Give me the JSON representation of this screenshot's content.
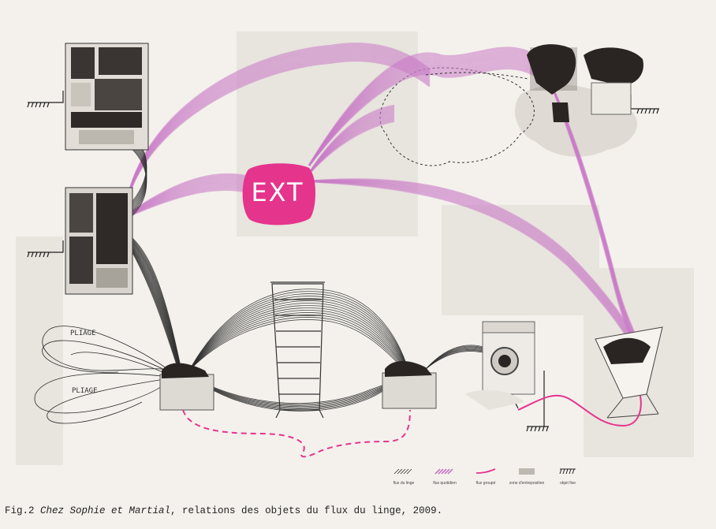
{
  "diagram": {
    "center_label": "EXT",
    "annotations": [
      "PLIAGE",
      "PLIAGE"
    ],
    "legend": [
      {
        "icon": "hatched-flow-swatch",
        "label": "flux du linge"
      },
      {
        "icon": "pink-flow-swatch",
        "label": "flux quotidien"
      },
      {
        "icon": "pink-dash-swatch",
        "label": "flux groupé"
      },
      {
        "icon": "grey-zone-swatch",
        "label": "zone d'entreposition"
      },
      {
        "icon": "fixed-object-swatch",
        "label": "objet fixe"
      }
    ],
    "colors": {
      "background": "#f4f1ec",
      "ext_bubble": "#e5348c",
      "pink_flow": "#c87ac6",
      "dashed_group": "#e5348c",
      "line": "#2a2a2a"
    }
  },
  "caption": {
    "prefix": "Fig.2 ",
    "title": "Chez Sophie et Martial",
    "suffix": ", relations des objets du flux du linge, 2009."
  }
}
